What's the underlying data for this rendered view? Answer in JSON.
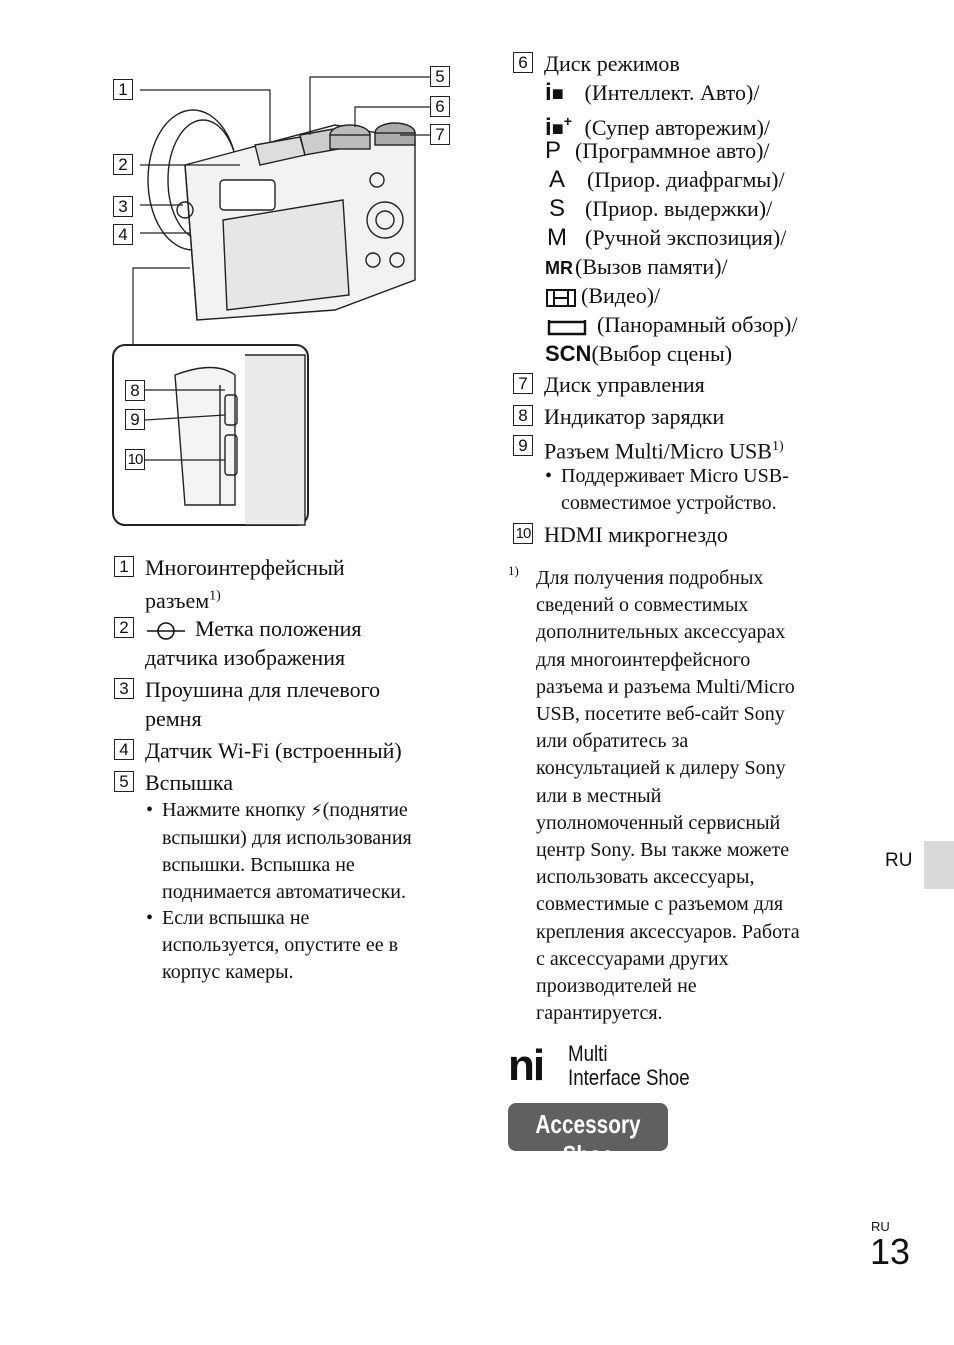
{
  "left_items": [
    {
      "num": "1",
      "lines": [
        "Многоинтерфейсный",
        "разъем1)"
      ]
    },
    {
      "num": "2",
      "lines": [
        "Метка положения",
        "датчика изображения"
      ]
    },
    {
      "num": "3",
      "lines": [
        "Проушина для плечевого",
        "ремня"
      ]
    },
    {
      "num": "4",
      "lines": [
        "Датчик Wi-Fi (встроенный)"
      ]
    },
    {
      "num": "5",
      "lines": [
        "Вспышка"
      ]
    }
  ],
  "flash_bullets": [
    [
      "Нажмите кнопку",
      "(поднятие",
      "вспышки) для использования",
      "вспышки. Вспышка не",
      "поднимается автоматически."
    ],
    [
      "Если вспышка не",
      "используется, опустите ее в",
      "корпус камеры."
    ]
  ],
  "item6_title": "Диск режимов",
  "modes": [
    {
      "icon": "iO",
      "label": "(Интеллект. Авто)/"
    },
    {
      "icon": "iO+",
      "label": "(Супер авторежим)/"
    },
    {
      "icon": "P",
      "label": "(Программное авто)/"
    },
    {
      "icon": "A",
      "label": "(Приор. диафрагмы)/"
    },
    {
      "icon": "S",
      "label": "(Приор. выдержки)/"
    },
    {
      "icon": "M",
      "label": "(Ручной экспозиция)/"
    },
    {
      "icon": "MR",
      "label": "(Вызов памяти)/"
    },
    {
      "icon": "movie",
      "label": "(Видео)/"
    },
    {
      "icon": "pano",
      "label": "(Панорамный обзор)/"
    },
    {
      "icon": "SCN",
      "label": "(Выбор сцены)"
    }
  ],
  "right_items": [
    {
      "num": "7",
      "text": "Диск управления"
    },
    {
      "num": "8",
      "text": "Индикатор зарядки"
    },
    {
      "num": "9",
      "text": "Разъем Multi/Micro USB1)"
    }
  ],
  "usb_bullet": [
    "Поддерживает Micro USB-",
    "совместимое устройство."
  ],
  "item10": {
    "num": "10",
    "text": "HDMI микрогнездо"
  },
  "footnote_mark": "1)",
  "footnote_lines": [
    "Для получения подробных",
    "сведений о совместимых",
    "дополнительных аксессуарах",
    "для многоинтерфейсного",
    "разъема и разъема Multi/Micro",
    "USB, посетите веб-сайт Sony",
    "или обратитесь за",
    "консультацией к дилеру Sony",
    "или в местный",
    "уполномоченный сервисный",
    "центр Sony. Вы также можете",
    "использовать аксессуары,",
    "совместимые с разъемом для",
    "крепления аксессуаров. Работа",
    "с аксессуарами других",
    "производителей не",
    "гарантируется."
  ],
  "logo_multi": "Multi",
  "logo_shoe": "Interface Shoe",
  "logo_ni": "ni",
  "accessory_shoe": "Accessory Shoe",
  "side_tab": "RU",
  "page_lang": "RU",
  "page_number": "13",
  "diagram_labels": [
    "1",
    "2",
    "3",
    "4",
    "5",
    "6",
    "7",
    "8",
    "9",
    "10"
  ]
}
